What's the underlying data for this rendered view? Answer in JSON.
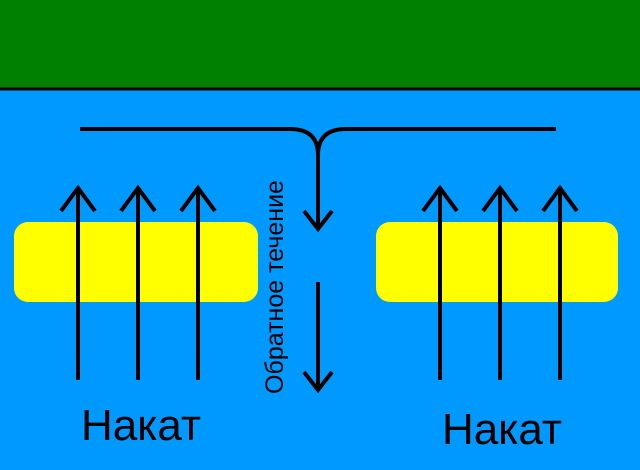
{
  "colors": {
    "shore": "#008000",
    "water": "#0099ff",
    "sandbar": "#ffff00",
    "ink": "#000000"
  },
  "labels": {
    "swash_left": "Накат",
    "swash_right": "Накат",
    "rip_current": "Обратное течение"
  }
}
